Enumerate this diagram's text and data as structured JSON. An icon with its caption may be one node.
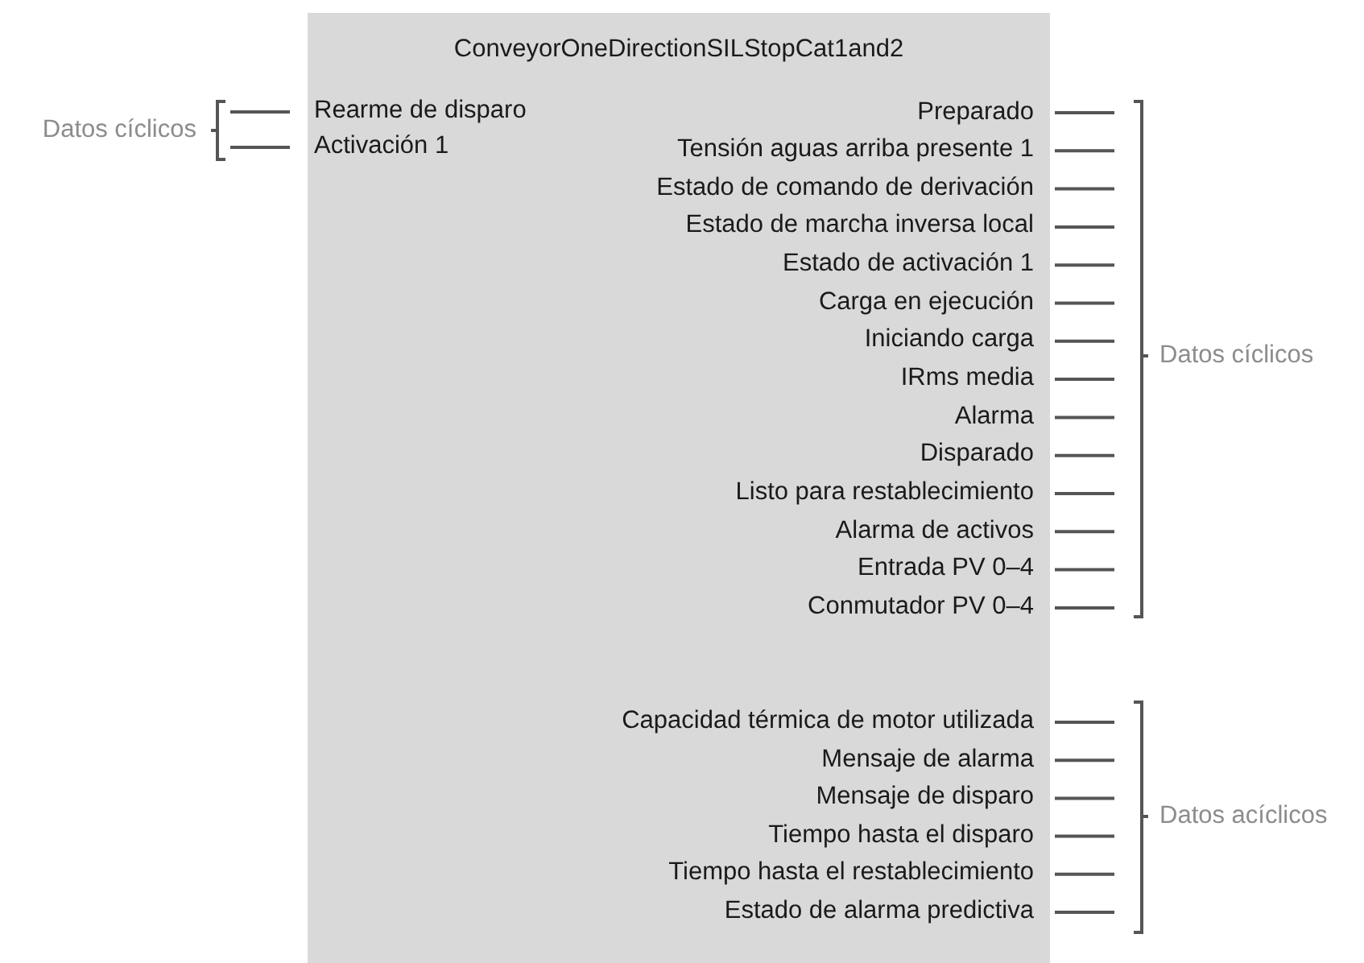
{
  "diagram": {
    "nodes": [
      {
        "text": [
          "ConveyorOneDirectionSILStopCat1and2"
        ]
      },
      {
        "text": [
          "Rearme de disparo"
        ],
        "in": 0
      },
      {
        "text": [
          "Activación 1"
        ],
        "in": 0
      },
      {
        "text": [
          "Preparado"
        ],
        "in": 0
      },
      {
        "text": [
          "Tensión aguas arriba presente 1"
        ],
        "in": 0
      },
      {
        "text": [
          "Estado de comando de derivación"
        ],
        "in": 0
      },
      {
        "text": [
          "Estado de marcha inversa local"
        ],
        "in": 0
      },
      {
        "text": [
          "Estado de activación 1"
        ],
        "in": 0
      },
      {
        "text": [
          "Carga en ejecución"
        ],
        "in": 0
      },
      {
        "text": [
          "Iniciando carga"
        ],
        "in": 0
      },
      {
        "text": [
          "IRms media"
        ],
        "in": 0
      },
      {
        "text": [
          "Alarma"
        ],
        "in": 0
      },
      {
        "text": [
          "Disparado"
        ],
        "in": 0
      },
      {
        "text": [
          "Listo para restablecimiento"
        ],
        "in": 0
      },
      {
        "text": [
          "Alarma de activos"
        ],
        "in": 0
      },
      {
        "text": [
          "Entrada PV 0–4"
        ],
        "in": 0
      },
      {
        "text": [
          "Conmutador PV 0–4"
        ],
        "in": 0
      },
      {
        "text": [
          "Capacidad térmica de motor utilizada"
        ],
        "in": 0
      },
      {
        "text": [
          "Mensaje de alarma"
        ],
        "in": 0
      },
      {
        "text": [
          "Mensaje de disparo"
        ],
        "in": 0
      },
      {
        "text": [
          "Tiempo hasta el disparo"
        ],
        "in": 0
      },
      {
        "text": [
          "Tiempo hasta el restablecimiento"
        ],
        "in": 0
      },
      {
        "text": [
          "Estado de alarma predictiva"
        ],
        "in": 0
      }
    ],
    "edges": [
      {
        "from": null,
        "to": 1,
        "arrow": "none"
      },
      {
        "from": null,
        "to": 2,
        "arrow": "none"
      },
      {
        "from": 3,
        "to": null,
        "arrow": "none"
      },
      {
        "from": 4,
        "to": null,
        "arrow": "none"
      },
      {
        "from": 5,
        "to": null,
        "arrow": "none"
      },
      {
        "from": 6,
        "to": null,
        "arrow": "none"
      },
      {
        "from": 7,
        "to": null,
        "arrow": "none"
      },
      {
        "from": 8,
        "to": null,
        "arrow": "none"
      },
      {
        "from": 9,
        "to": null,
        "arrow": "none"
      },
      {
        "from": 10,
        "to": null,
        "arrow": "none"
      },
      {
        "from": 11,
        "to": null,
        "arrow": "none"
      },
      {
        "from": 12,
        "to": null,
        "arrow": "none"
      },
      {
        "from": 13,
        "to": null,
        "arrow": "none"
      },
      {
        "from": 14,
        "to": null,
        "arrow": "none"
      },
      {
        "from": 15,
        "to": null,
        "arrow": "none"
      },
      {
        "from": 16,
        "to": null,
        "arrow": "none"
      },
      {
        "from": 17,
        "to": null,
        "arrow": "none"
      },
      {
        "from": 18,
        "to": null,
        "arrow": "none"
      },
      {
        "from": 19,
        "to": null,
        "arrow": "none"
      },
      {
        "from": 20,
        "to": null,
        "arrow": "none"
      },
      {
        "from": 21,
        "to": null,
        "arrow": "none"
      },
      {
        "from": 22,
        "to": null,
        "arrow": "none"
      }
    ],
    "labels": [
      "Datos cíclicos",
      "Datos cíclicos",
      "Datos acíclicos"
    ]
  }
}
